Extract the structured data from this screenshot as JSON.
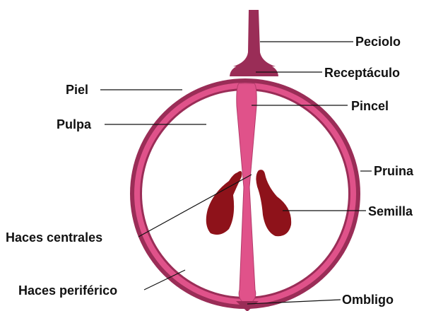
{
  "colors": {
    "skin": "#9a2d57",
    "pulp_tissue": "#e0528a",
    "seed": "#8e121a",
    "leader": "#111111",
    "background": "#ffffff"
  },
  "labels": {
    "peciolo": "Peciolo",
    "receptaculo": "Receptáculo",
    "piel": "Piel",
    "pincel": "Pincel",
    "pulpa": "Pulpa",
    "pruina": "Pruina",
    "semilla": "Semilla",
    "haces_centrales": "Haces centrales",
    "haces_perifericos": "Haces periférico",
    "ombligo": "Ombligo"
  }
}
